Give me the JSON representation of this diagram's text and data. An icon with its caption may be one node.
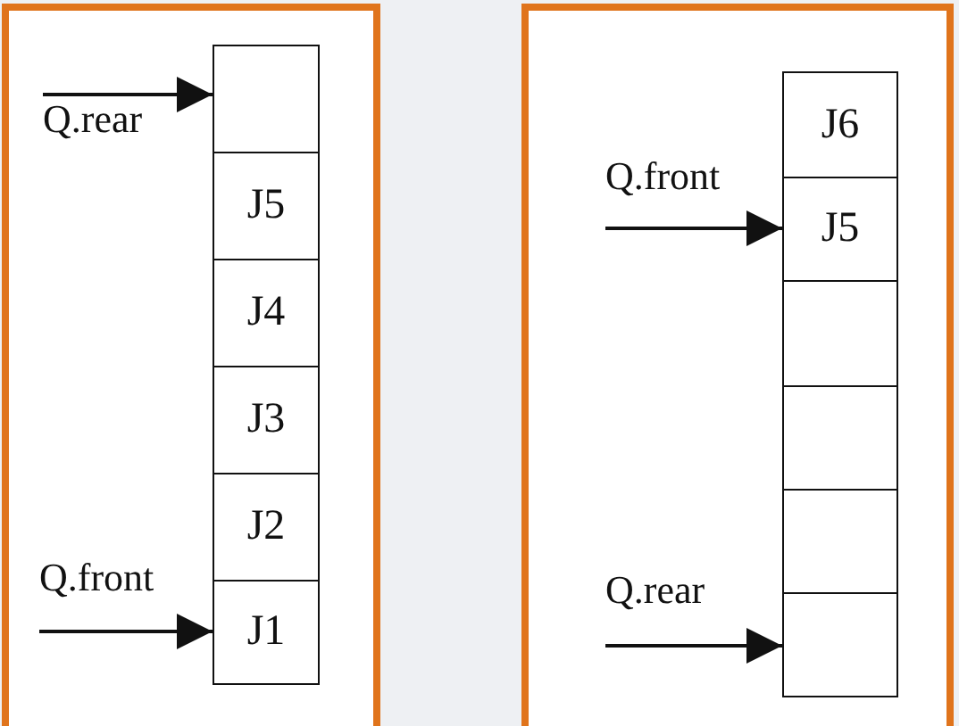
{
  "diagram": {
    "nodes": [
      {
        "text": [],
        "shape": "box"
      },
      {
        "text": [],
        "shape": "box",
        "in": 0
      },
      {
        "text": [
          "J5"
        ],
        "in": 0
      },
      {
        "text": [
          "J4"
        ],
        "in": 0
      },
      {
        "text": [
          "J3"
        ],
        "in": 0
      },
      {
        "text": [
          "J2"
        ],
        "in": 0
      },
      {
        "text": [
          "J1"
        ],
        "in": 0
      },
      {
        "text": [
          "Q.rear"
        ],
        "in": 0
      },
      {
        "text": [
          "Q.front"
        ],
        "in": 0
      },
      {
        "text": [],
        "shape": "box"
      },
      {
        "text": [
          "J6"
        ],
        "in": 9
      },
      {
        "text": [
          "J5"
        ],
        "in": 9
      },
      {
        "text": [],
        "shape": "box",
        "in": 9
      },
      {
        "text": [],
        "shape": "box",
        "in": 9
      },
      {
        "text": [],
        "shape": "box",
        "in": 9
      },
      {
        "text": [],
        "shape": "box",
        "in": 9
      },
      {
        "text": [
          "Q.front"
        ],
        "in": 9
      },
      {
        "text": [
          "Q.rear"
        ],
        "in": 9
      }
    ],
    "edges": [
      {
        "from": 7,
        "to": 1,
        "arrow": "to"
      },
      {
        "from": 8,
        "to": 6,
        "arrow": "to"
      },
      {
        "from": 16,
        "to": 11,
        "arrow": "to"
      },
      {
        "from": 17,
        "to": 15,
        "arrow": "to"
      }
    ]
  }
}
